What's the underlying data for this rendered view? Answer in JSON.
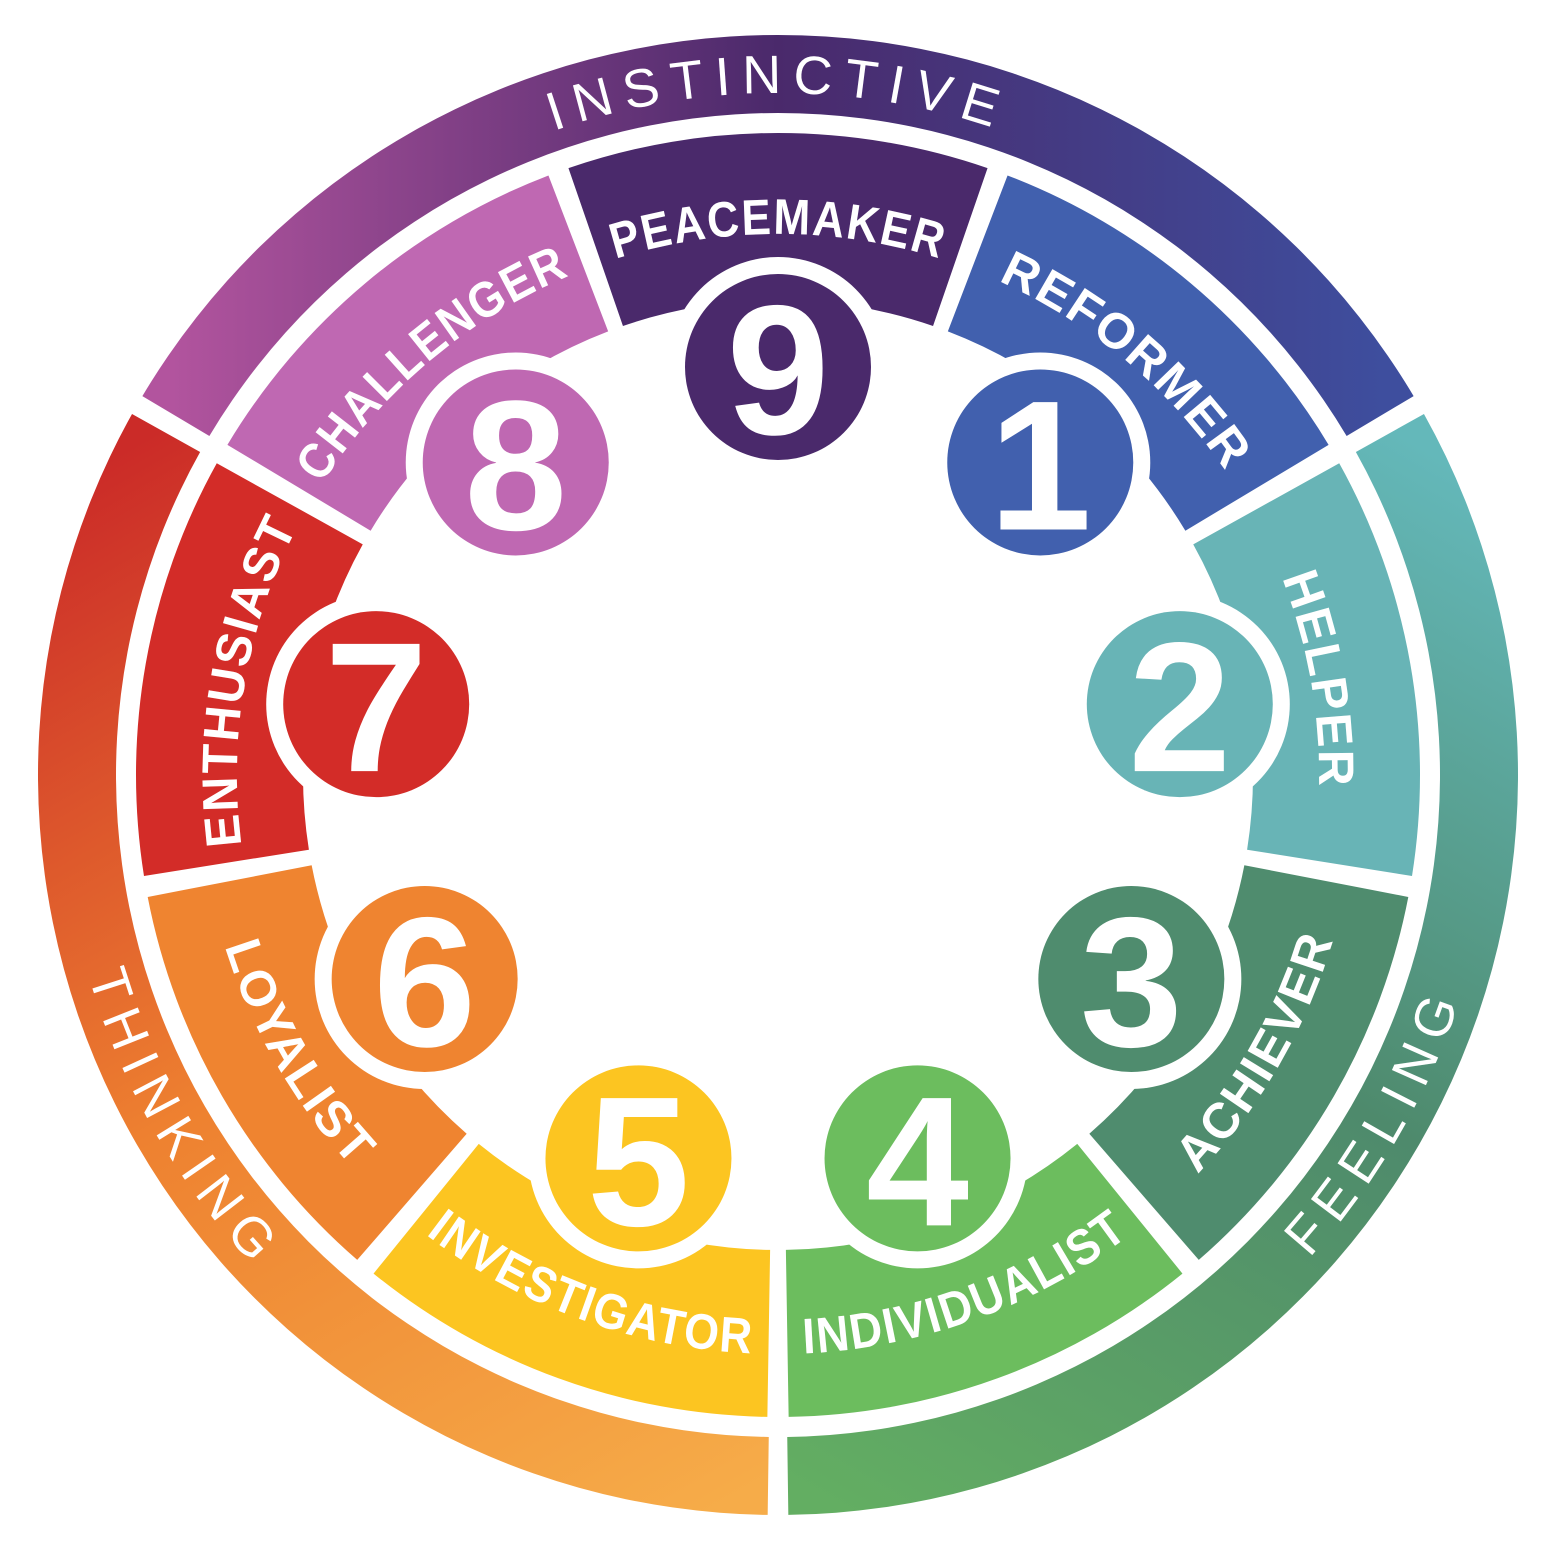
{
  "diagram": {
    "kind": "enneagram-wheel",
    "background_color": "#FFFFFF",
    "label_text_color": "#FFFFFF",
    "triads": [
      {
        "label": "INSTINCTIVE",
        "arc_start": 210,
        "arc_end": 330,
        "gradient": [
          "#B2549E",
          "#4A296B",
          "#3E4E9E"
        ]
      },
      {
        "label": "FEELING",
        "arc_start": 330,
        "arc_end": 450,
        "gradient": [
          "#64B8BA",
          "#4E8A6C",
          "#63AE62"
        ]
      },
      {
        "label": "THINKING",
        "arc_start": 90,
        "arc_end": 210,
        "gradient": [
          "#F6AC49",
          "#EE8130",
          "#CB2B28"
        ]
      }
    ],
    "types": [
      {
        "number": "1",
        "label": "REFORMER",
        "color": "#4160AE"
      },
      {
        "number": "2",
        "label": "HELPER",
        "color": "#68B4B6"
      },
      {
        "number": "3",
        "label": "ACHIEVER",
        "color": "#4F8C6E"
      },
      {
        "number": "4",
        "label": "INDIVIDUALIST",
        "color": "#6CBD5E"
      },
      {
        "number": "5",
        "label": "INVESTIGATOR",
        "color": "#FCC521"
      },
      {
        "number": "6",
        "label": "LOYALIST",
        "color": "#EF8430"
      },
      {
        "number": "7",
        "label": "ENTHUSIAST",
        "color": "#D32C28"
      },
      {
        "number": "8",
        "label": "CHALLENGER",
        "color": "#BF68B2"
      },
      {
        "number": "9",
        "label": "PEACEMAKER",
        "color": "#4A296B"
      }
    ]
  }
}
